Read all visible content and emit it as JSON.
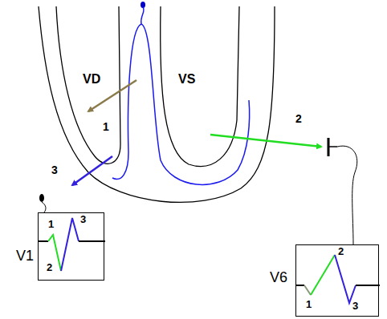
{
  "diagram": {
    "nodes": [
      {
        "text": [
          "V1",
          "1",
          "3",
          "2"
        ]
      },
      {
        "text": [
          "V6",
          "2",
          "1",
          "3"
        ]
      }
    ],
    "labels": [
      "VD",
      "1",
      "VS",
      "2",
      "3"
    ]
  }
}
